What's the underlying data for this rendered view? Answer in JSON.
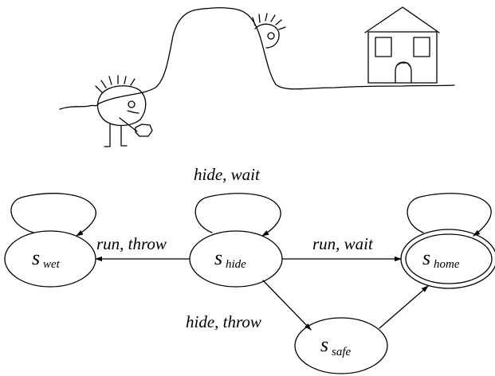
{
  "illustration": {
    "characters": [
      "creature-thrower",
      "creature-hiding",
      "house"
    ],
    "icons": [
      "hill",
      "rock",
      "house",
      "creature"
    ]
  },
  "states": [
    {
      "id": "wet",
      "letter": "s",
      "subscript": "wet",
      "accepting": false
    },
    {
      "id": "hide",
      "letter": "s",
      "subscript": "hide",
      "accepting": false
    },
    {
      "id": "home",
      "letter": "s",
      "subscript": "home",
      "accepting": true
    },
    {
      "id": "safe",
      "letter": "s",
      "subscript": "safe",
      "accepting": false
    }
  ],
  "transitions": [
    {
      "from": "hide",
      "to": "hide",
      "label": "hide, wait"
    },
    {
      "from": "hide",
      "to": "wet",
      "label": "run, throw"
    },
    {
      "from": "hide",
      "to": "home",
      "label": "run, wait"
    },
    {
      "from": "hide",
      "to": "safe",
      "label": "hide, throw"
    },
    {
      "from": "safe",
      "to": "home",
      "label": ""
    },
    {
      "from": "wet",
      "to": "wet",
      "label": ""
    },
    {
      "from": "home",
      "to": "home",
      "label": ""
    }
  ]
}
